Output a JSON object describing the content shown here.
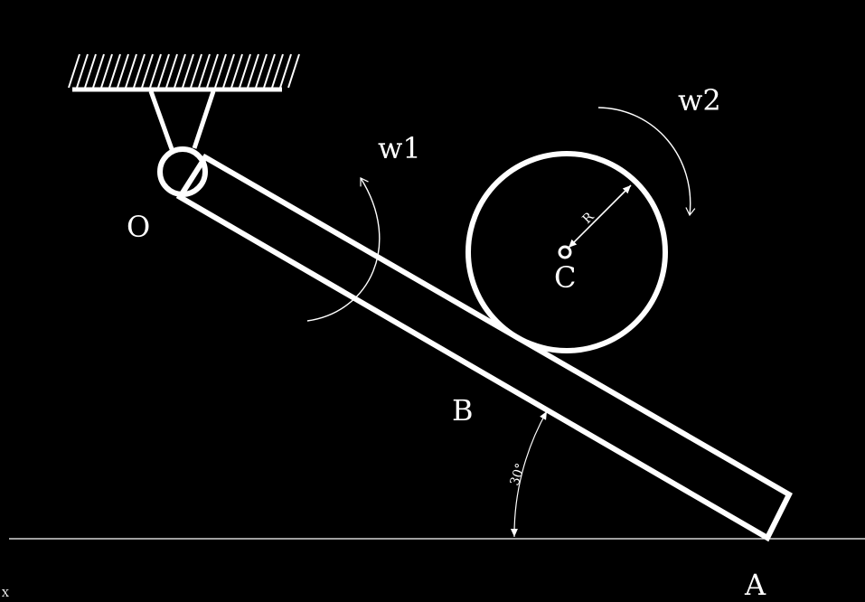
{
  "labels": {
    "pivot": "O",
    "end": "A",
    "contact": "B",
    "center": "C",
    "radius": "R",
    "omega1": "w1",
    "omega2": "w2",
    "angle": "30°",
    "corner_mark": "X"
  },
  "colors": {
    "background": "#000000",
    "stroke": "#ffffff"
  }
}
